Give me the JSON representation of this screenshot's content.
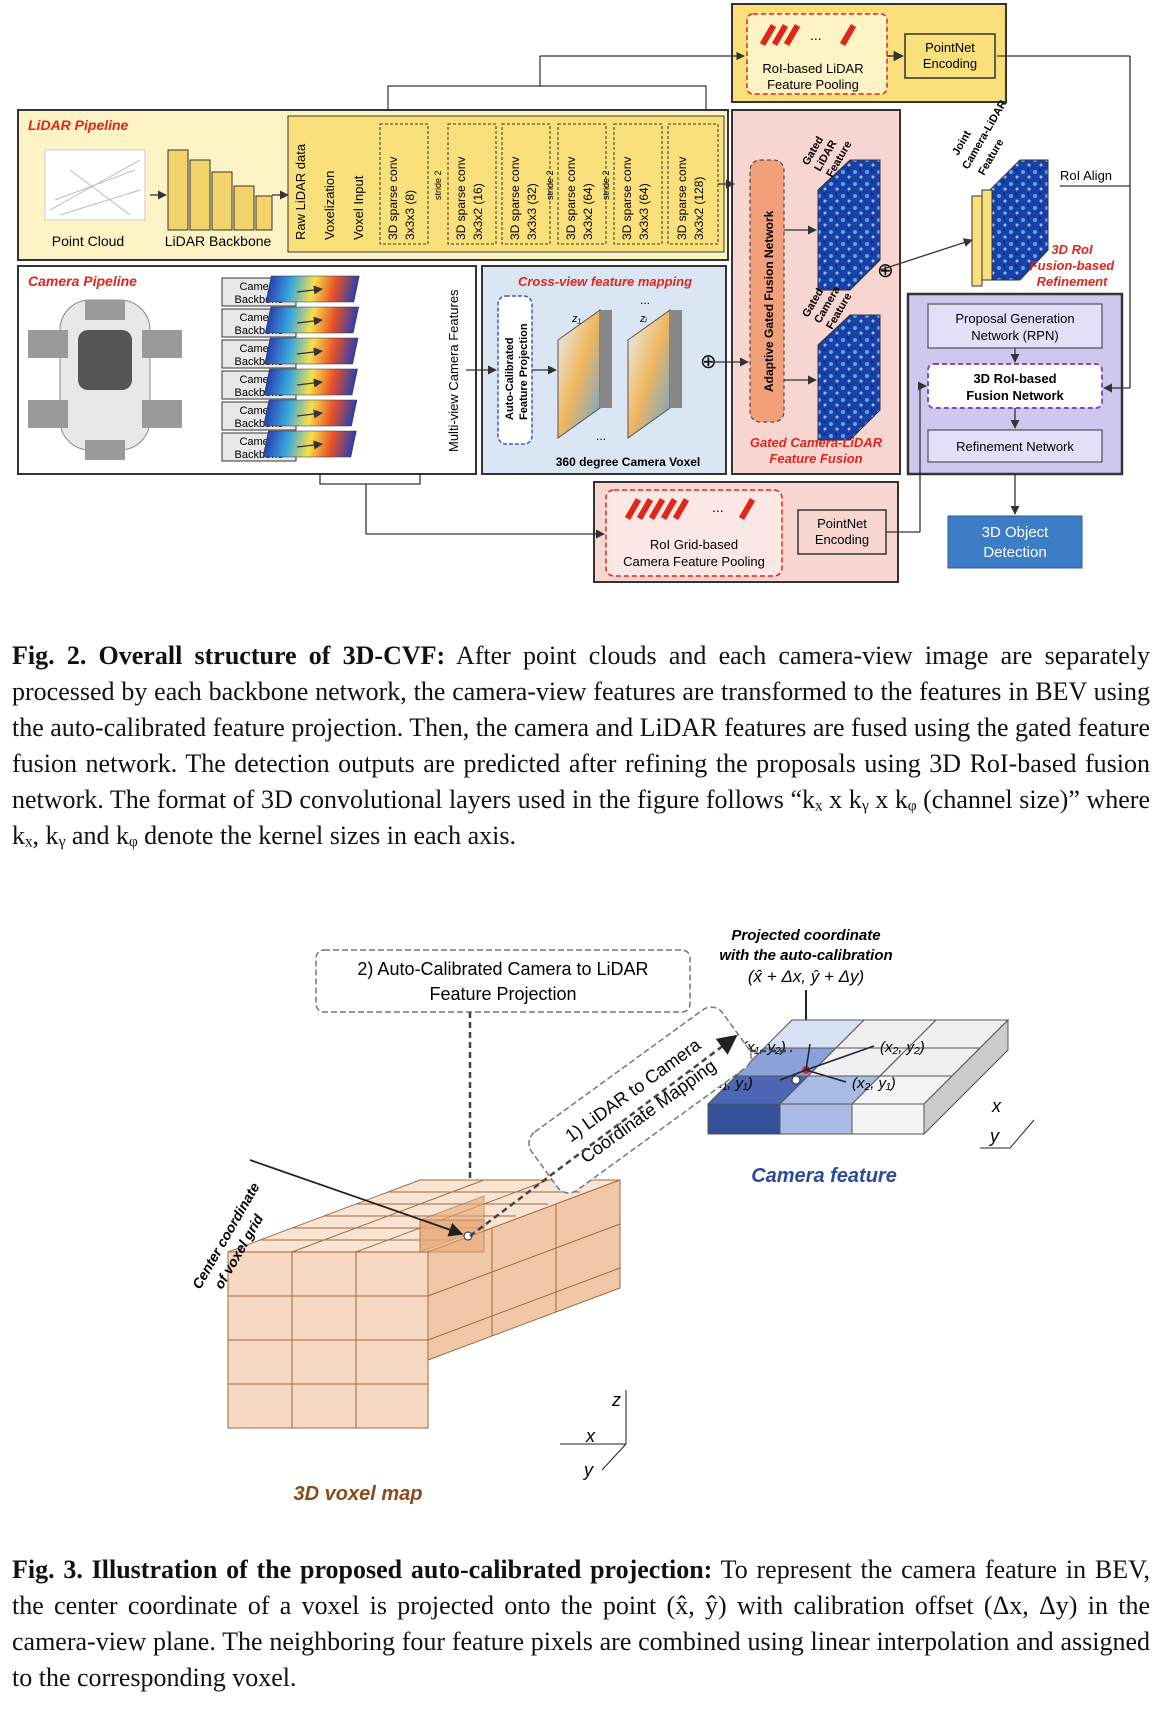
{
  "fig2": {
    "lidar_title": "LiDAR Pipeline",
    "point_cloud": "Point Cloud",
    "lidar_backbone": "LiDAR Backbone",
    "layers": [
      "Raw LiDAR data",
      "Voxelization",
      "Voxel Input"
    ],
    "convs": [
      {
        "l1": "3D sparse conv",
        "l2": "3x3x3 (8)"
      },
      {
        "l1": "3D sparse conv",
        "l2": "3x3x2 (16)"
      },
      {
        "l1": "3D sparse conv",
        "l2": "3x3x3 (32)"
      },
      {
        "l1": "3D sparse conv",
        "l2": "3x3x2 (64)"
      },
      {
        "l1": "3D sparse conv",
        "l2": "3x3x3 (64)"
      },
      {
        "l1": "3D sparse conv",
        "l2": "3x3x2 (128)"
      }
    ],
    "stride": "stride 2",
    "camera_title": "Camera Pipeline",
    "camera_backbone_l1": "Camera",
    "camera_backbone_l2": "Backbone",
    "multiview": "Multi-view Camera Features",
    "crossview_title": "Cross-view feature mapping",
    "autocal_l1": "Auto-Calibrated",
    "autocal_l2": "Feature Projection",
    "z1": "z₁",
    "zi": "zᵢ",
    "dots": "...",
    "cam_voxel": "360 degree Camera Voxel",
    "gated_net": "Adaptive Gated Fusion Network",
    "gated_lidar": [
      "Gated",
      "LiDAR",
      "Feature"
    ],
    "gated_camera": [
      "Gated",
      "Camera",
      "Feature"
    ],
    "gated_fusion_l1": "Gated Camera-LiDAR",
    "gated_fusion_l2": "Feature Fusion",
    "roi_lidar_l1": "RoI-based LiDAR",
    "roi_lidar_l2": "Feature Pooling",
    "pointnet_l1": "PointNet",
    "pointnet_l2": "Encoding",
    "joint": [
      "Joint",
      "Camera-LiDAR",
      "Feature"
    ],
    "roi_align": "RoI Align",
    "refine_l1": "3D RoI",
    "refine_l2": "Fusion-based",
    "refine_l3": "Refinement",
    "rpn_l1": "Proposal Generation",
    "rpn_l2": "Network (RPN)",
    "roi_fusion_l1": "3D RoI-based",
    "roi_fusion_l2": "Fusion Network",
    "refinement_net": "Refinement Network",
    "roi_grid_l1": "RoI Grid-based",
    "roi_grid_l2": "Camera Feature Pooling",
    "detection_l1": "3D Object",
    "detection_l2": "Detection",
    "plus": "⊕"
  },
  "caption2": {
    "bold": "Fig. 2. Overall structure of 3D-CVF:",
    "text": "After point clouds and each camera-view image are separately processed by each backbone network, the camera-view features are transformed to the features in BEV using the auto-calibrated feature projection. Then, the camera and LiDAR features are fused using the gated feature fusion network. The detection outputs are predicted after refining the proposals using 3D RoI-based fusion network. The format of 3D convolutional layers used in the figure follows “kₓ x kᵧ x kᵩ (channel size)” where kₓ, kᵧ and kᵩ denote the kernel sizes in each axis."
  },
  "fig3": {
    "proj_title_l1": "Projected coordinate",
    "proj_title_l2": "with the auto-calibration",
    "proj_formula": "(x̂ + Δx, ŷ + Δy)",
    "step2_l1": "2) Auto-Calibrated Camera to LiDAR",
    "step2_l2": "Feature Projection",
    "step1_l1": "1) LiDAR to Camera",
    "step1_l2": "Coordinate Mapping",
    "x1y2": "(x₁, y₂)",
    "x2y2": "(x₂, y₂)",
    "x1y1": "(x₁, y₁)",
    "x2y1": "(x₂, y₁)",
    "camera_feature": "Camera feature",
    "center_l1": "Center coordinate",
    "center_l2": "of voxel grid",
    "voxel_map": "3D voxel map",
    "axis_x": "x",
    "axis_y": "y",
    "axis_z": "z"
  },
  "caption3": {
    "bold": "Fig. 3. Illustration of the proposed auto-calibrated projection:",
    "text": "To represent the camera feature in BEV, the center coordinate of a voxel is projected onto the point (x̂, ŷ) with calibration offset (Δx, Δy) in the camera-view plane. The neighboring four feature pixels are combined using linear interpolation and assigned to the corresponding voxel."
  },
  "colors": {
    "yellow": "#f9e07a",
    "yellow_light": "#fdf3c4",
    "blue_panel": "#dbe6f4",
    "pink_panel": "#f7d6d2",
    "purple_panel": "#cfc8ee",
    "red_label": "#e0261b",
    "detection": "#3d7cc6",
    "voxel": "#f5d4bb",
    "camera_blue": "#33509a"
  }
}
